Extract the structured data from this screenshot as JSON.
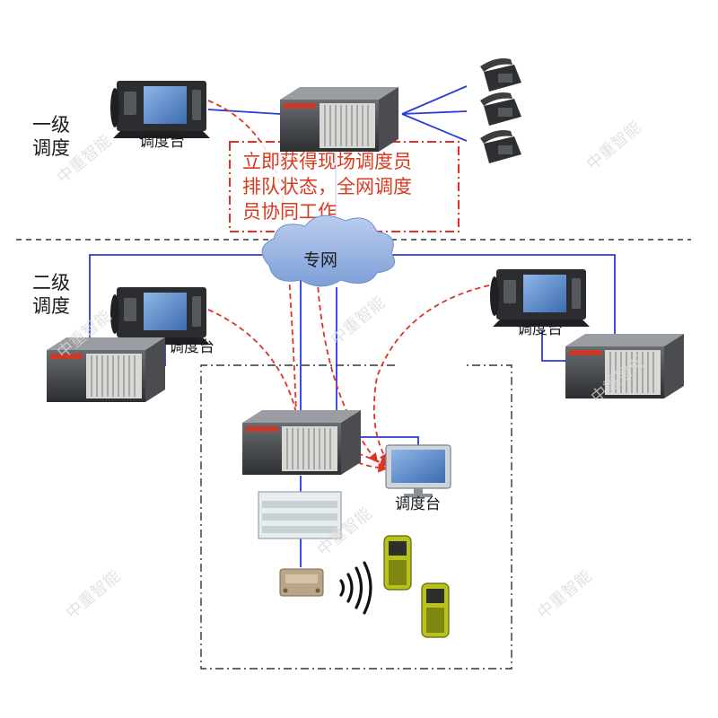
{
  "levels": {
    "first": [
      "一级",
      "调度"
    ],
    "second": [
      "二级",
      "调度"
    ]
  },
  "console_label": "调度台",
  "network_label": "专网",
  "note_lines": [
    "立即获得现场调度员",
    "排队状态，全网调度",
    "员协同工作"
  ],
  "watermark": "中重智能",
  "colors": {
    "link": "#2b3bd6",
    "signal": "#e0312a",
    "cloud": "#8fb0e3",
    "note_border": "#e0312a"
  }
}
